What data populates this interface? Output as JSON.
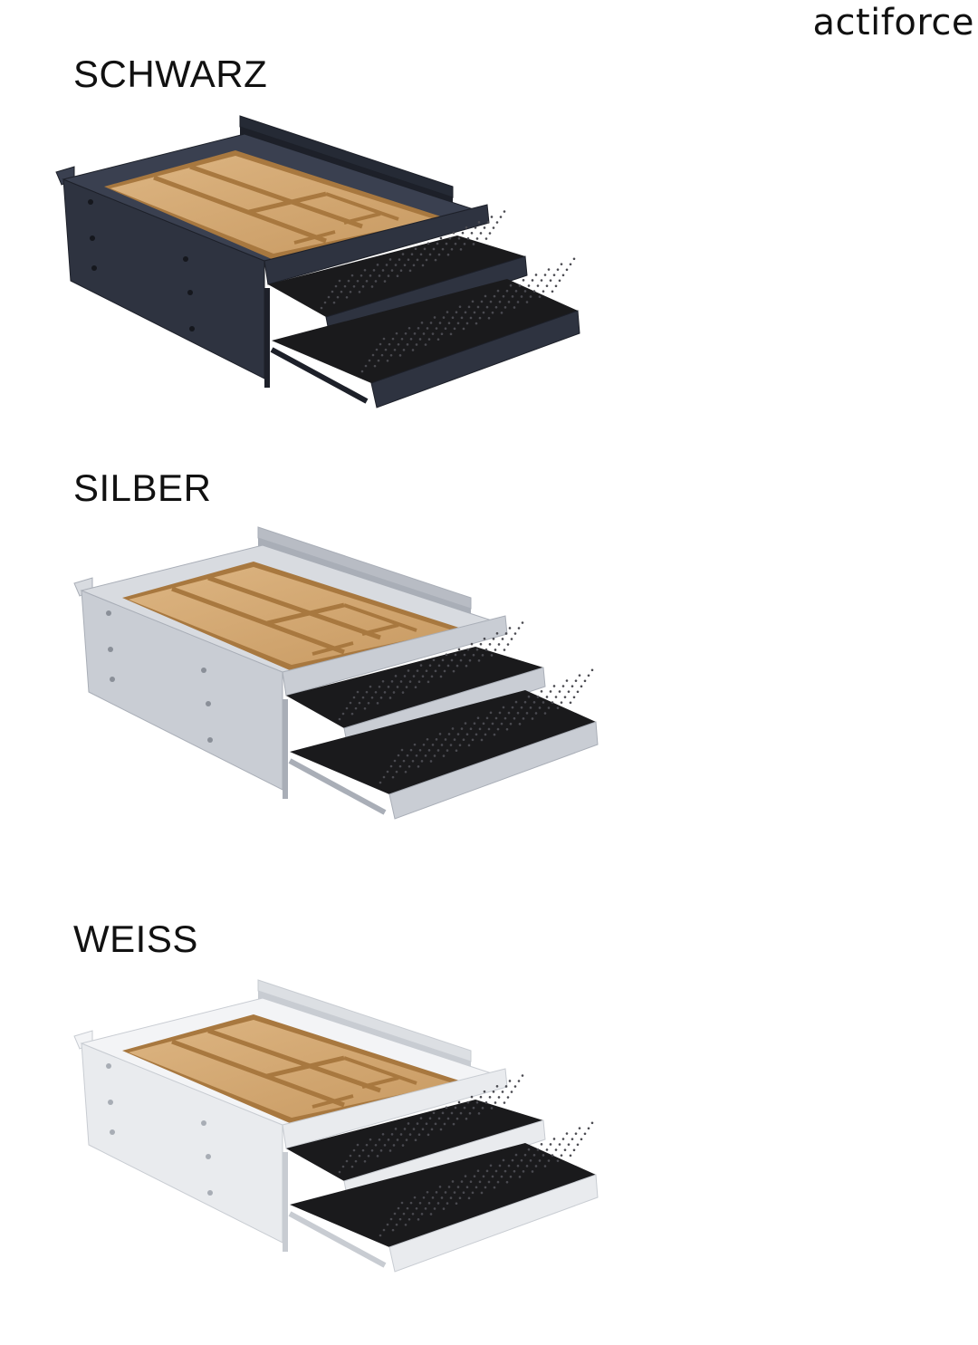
{
  "brand": {
    "name": "actiforce"
  },
  "variants": [
    {
      "label": "SCHWARZ",
      "colors": {
        "body": "#2e3340",
        "body_side": "#3a4050",
        "body_edge": "#1d2029",
        "rail": "#252a35",
        "screw": "#15171d"
      }
    },
    {
      "label": "SILBER",
      "colors": {
        "body": "#c9cdd4",
        "body_side": "#d8dbe0",
        "body_edge": "#a9aeb7",
        "rail": "#b8bcc4",
        "screw": "#8a8f98"
      }
    },
    {
      "label": "WEISS",
      "colors": {
        "body": "#e9ebee",
        "body_side": "#f3f4f6",
        "body_edge": "#c8ccd2",
        "rail": "#dcdfe3",
        "screw": "#a8adb5"
      }
    }
  ],
  "materials": {
    "bamboo": "#c89a62",
    "bamboo_dark": "#a8783f",
    "bamboo_light": "#ddb582",
    "mat": "#1a1a1c",
    "mat_dot": "#4a4a50"
  }
}
